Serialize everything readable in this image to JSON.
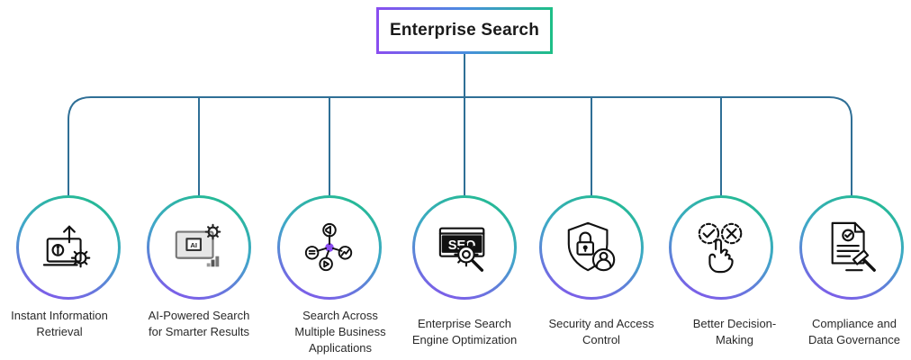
{
  "title": "Enterprise Search",
  "colors": {
    "line": "#2f6f96",
    "gradient_start": "#8a4df0",
    "gradient_end": "#1dbf86",
    "icon": "#111111"
  },
  "items": [
    {
      "icon": "info-upload-gear-icon",
      "label_lines": [
        "Instant Information",
        "Retrieval"
      ]
    },
    {
      "icon": "ai-monitor-icon",
      "label_lines": [
        "AI-Powered Search",
        "for Smarter Results"
      ]
    },
    {
      "icon": "share-network-icon",
      "label_lines": [
        "Search Across",
        "Multiple Business",
        "Applications"
      ]
    },
    {
      "icon": "seo-magnifier-icon",
      "label_lines": [
        "Enterprise Search",
        "Engine Optimization"
      ]
    },
    {
      "icon": "shield-lock-user-icon",
      "label_lines": [
        "Security and Access",
        "Control"
      ]
    },
    {
      "icon": "decision-hand-icon",
      "label_lines": [
        "Better Decision-",
        "Making"
      ]
    },
    {
      "icon": "document-gavel-icon",
      "label_lines": [
        "Compliance and",
        "Data Governance"
      ]
    }
  ]
}
